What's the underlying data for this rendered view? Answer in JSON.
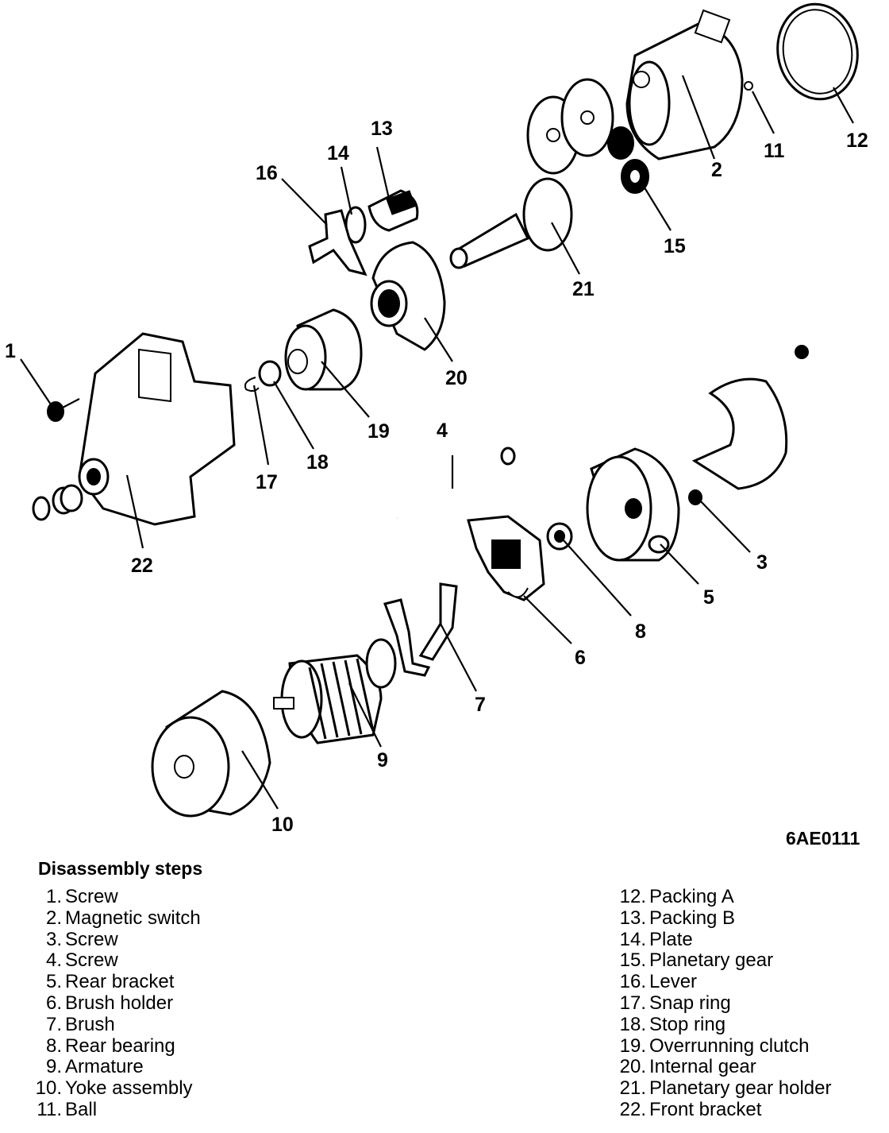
{
  "figure": {
    "code": "6AE0111",
    "callouts": [
      "1",
      "2",
      "3",
      "4",
      "5",
      "6",
      "7",
      "8",
      "9",
      "10",
      "11",
      "12",
      "13",
      "14",
      "15",
      "16",
      "17",
      "18",
      "19",
      "20",
      "21",
      "22"
    ]
  },
  "steps": {
    "title": "Disassembly steps",
    "items": [
      {
        "num": "1.",
        "label": "Screw"
      },
      {
        "num": "2.",
        "label": "Magnetic switch"
      },
      {
        "num": "3.",
        "label": "Screw"
      },
      {
        "num": "4.",
        "label": "Screw"
      },
      {
        "num": "5.",
        "label": "Rear bracket"
      },
      {
        "num": "6.",
        "label": "Brush holder"
      },
      {
        "num": "7.",
        "label": "Brush"
      },
      {
        "num": "8.",
        "label": "Rear bearing"
      },
      {
        "num": "9.",
        "label": "Armature"
      },
      {
        "num": "10.",
        "label": "Yoke assembly"
      },
      {
        "num": "11.",
        "label": "Ball"
      },
      {
        "num": "12.",
        "label": "Packing A"
      },
      {
        "num": "13.",
        "label": "Packing B"
      },
      {
        "num": "14.",
        "label": "Plate"
      },
      {
        "num": "15.",
        "label": "Planetary gear"
      },
      {
        "num": "16.",
        "label": "Lever"
      },
      {
        "num": "17.",
        "label": "Snap ring"
      },
      {
        "num": "18.",
        "label": "Stop ring"
      },
      {
        "num": "19.",
        "label": "Overrunning clutch"
      },
      {
        "num": "20.",
        "label": "Internal gear"
      },
      {
        "num": "21.",
        "label": "Planetary gear holder"
      },
      {
        "num": "22.",
        "label": "Front bracket"
      }
    ]
  }
}
